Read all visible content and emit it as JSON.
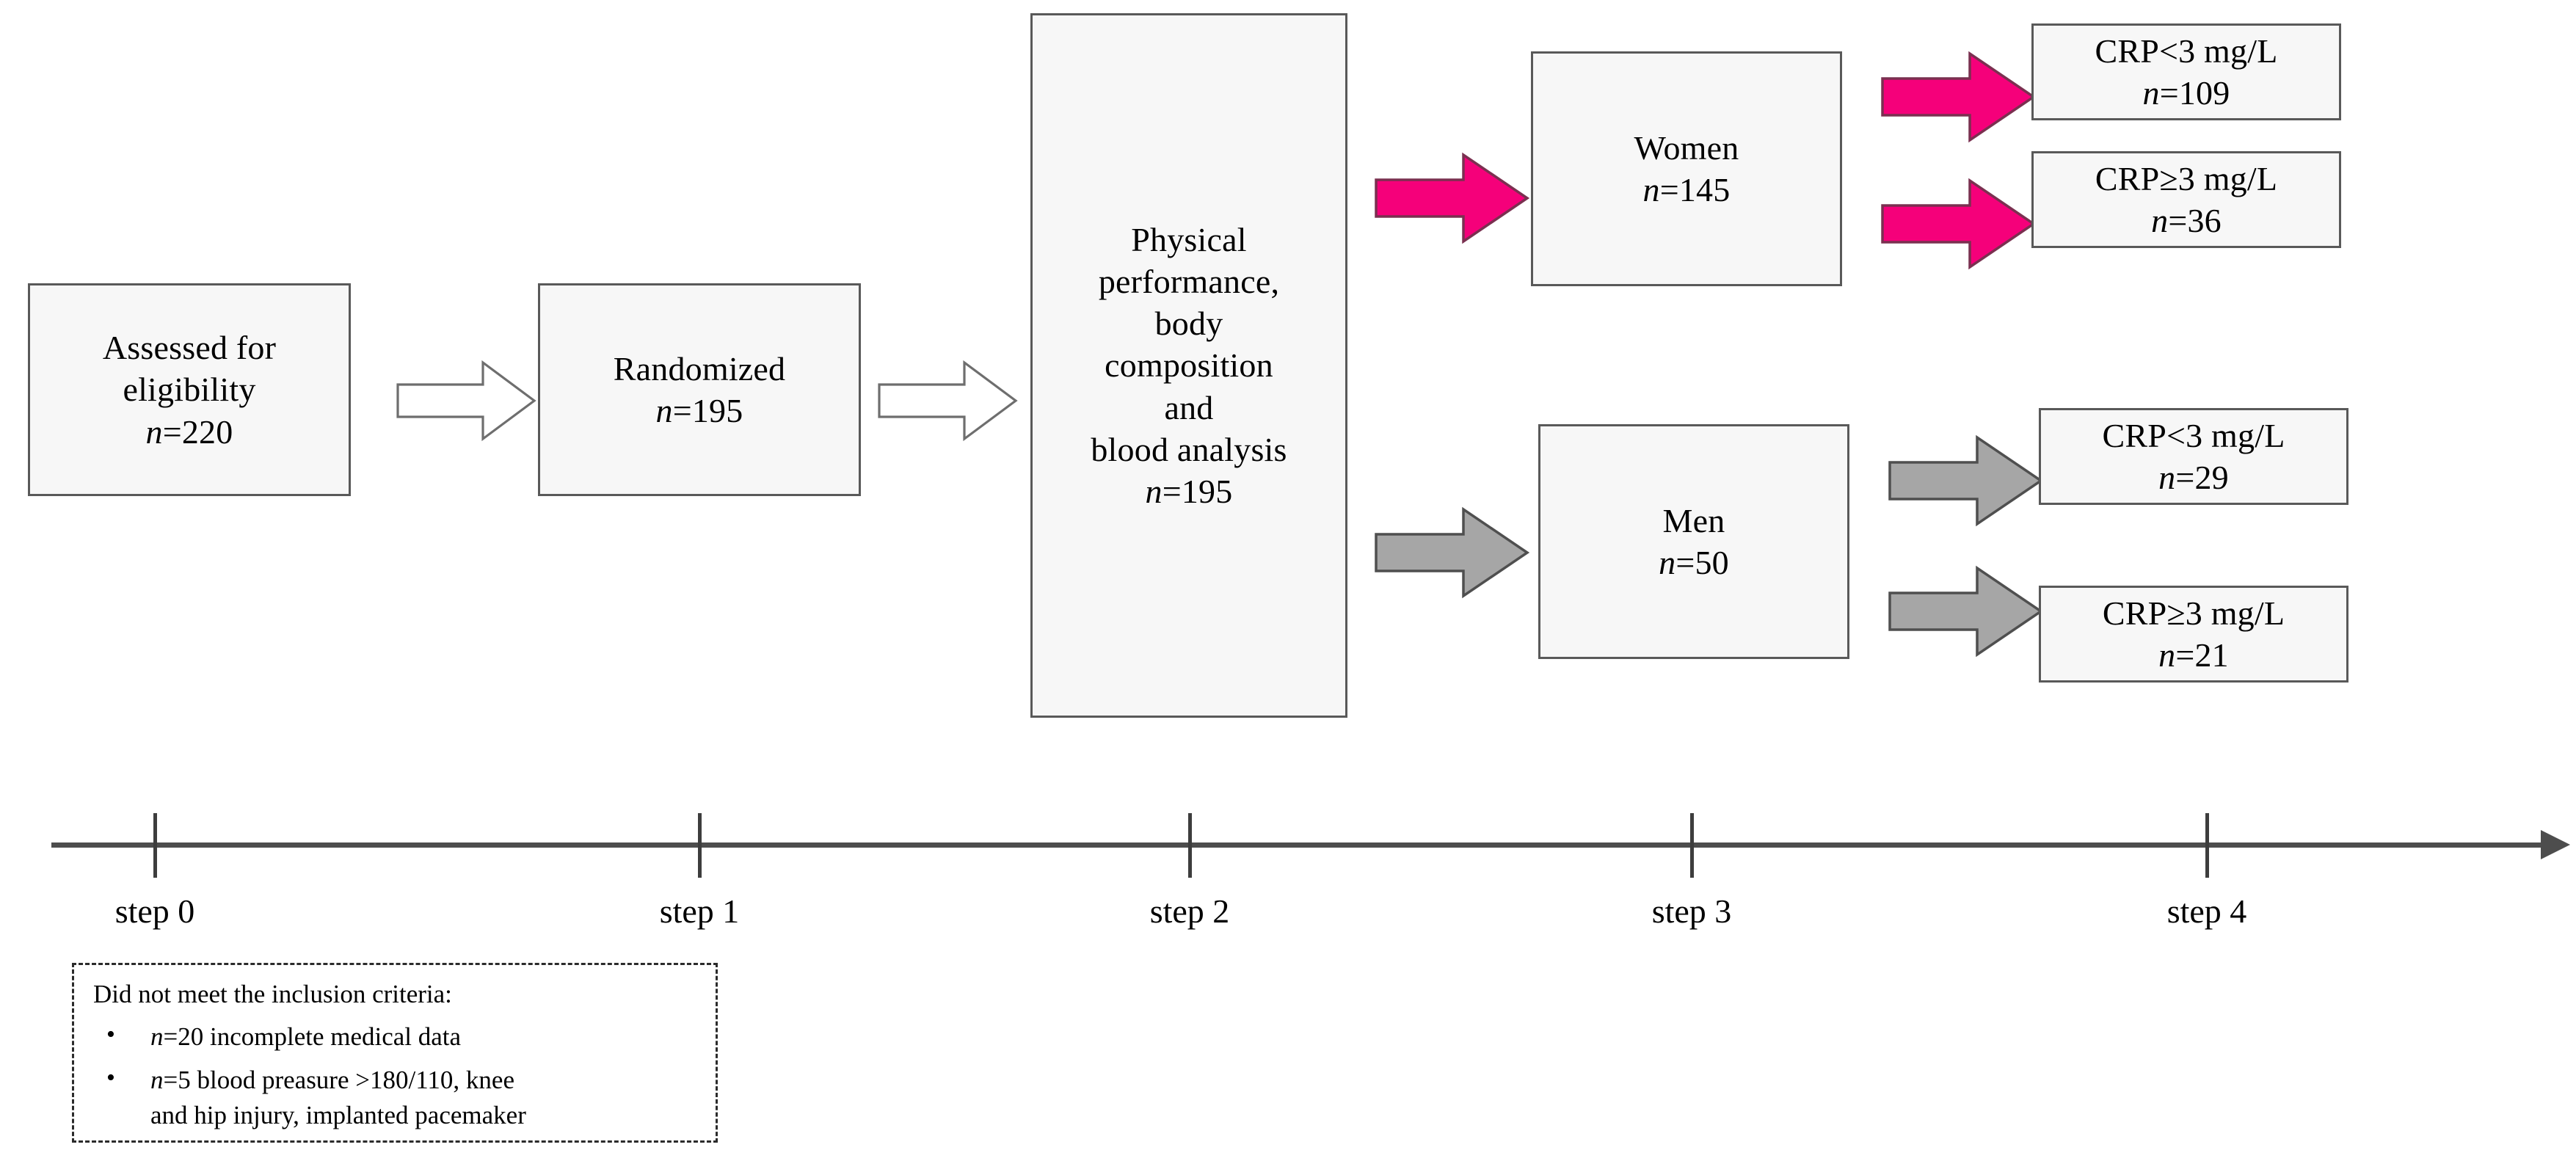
{
  "figure": {
    "type": "flowchart",
    "title": "",
    "background_color": "#ffffff",
    "box_fill": "#f7f7f7",
    "box_border": "#595959",
    "accent_pink": "#f5007a",
    "accent_gray": "#a6a6a6",
    "axis_color": "#4d4d4d"
  },
  "boxes": {
    "assessed": {
      "line1": "Assessed for",
      "line2": "eligibility",
      "n_prefix": "n",
      "n_value": "=220"
    },
    "randomized": {
      "line1": "Randomized",
      "n_prefix": "n",
      "n_value": "=195"
    },
    "measurements": {
      "line1": "Physical",
      "line2": "performance,",
      "line3": "body",
      "line4": "composition",
      "line5": "and",
      "line6": "blood analysis",
      "n_prefix": "n",
      "n_value": "=195"
    },
    "women": {
      "line1": "Women",
      "n_prefix": "n",
      "n_value": "=145"
    },
    "men": {
      "line1": "Men",
      "n_prefix": "n",
      "n_value": "=50"
    },
    "women_crp_low": {
      "line1": "CRP<3 mg/L",
      "n_prefix": "n",
      "n_value": "=109"
    },
    "women_crp_high": {
      "line1": "CRP≥3 mg/L",
      "n_prefix": "n",
      "n_value": "=36"
    },
    "men_crp_low": {
      "line1": "CRP<3 mg/L",
      "n_prefix": "n",
      "n_value": "=29"
    },
    "men_crp_high": {
      "line1": "CRP≥3 mg/L",
      "n_prefix": "n",
      "n_value": "=21"
    }
  },
  "axis": {
    "steps": [
      {
        "label": "step 0"
      },
      {
        "label": "step 1"
      },
      {
        "label": "step 2"
      },
      {
        "label": "step 3"
      },
      {
        "label": "step 4"
      }
    ]
  },
  "note": {
    "title": "Did not meet the inclusion criteria:",
    "items": [
      {
        "bullet": "•",
        "n_prefix": "n",
        "text": "=20 incomplete medical data"
      },
      {
        "bullet": "•",
        "n_prefix": "n",
        "text": "=5 blood preasure >180/110, knee",
        "text2": "and hip injury, implanted pacemaker"
      }
    ]
  },
  "chart_data": {
    "type": "table",
    "title": "Study participant flow by step",
    "categories": [
      "step 0",
      "step 1",
      "step 2",
      "step 3",
      "step 4"
    ],
    "values": [
      220,
      195,
      195,
      195,
      195
    ],
    "series": [
      {
        "name": "Assessed for eligibility",
        "step": "step 0",
        "values": [
          220
        ]
      },
      {
        "name": "Randomized",
        "step": "step 1",
        "values": [
          195
        ]
      },
      {
        "name": "Physical performance, body composition and blood analysis",
        "step": "step 2",
        "values": [
          195
        ]
      },
      {
        "name": "Women",
        "step": "step 3",
        "values": [
          145
        ]
      },
      {
        "name": "Men",
        "step": "step 3",
        "values": [
          50
        ]
      },
      {
        "name": "Women CRP<3 mg/L",
        "step": "step 4",
        "values": [
          109
        ]
      },
      {
        "name": "Women CRP≥3 mg/L",
        "step": "step 4",
        "values": [
          36
        ]
      },
      {
        "name": "Men CRP<3 mg/L",
        "step": "step 4",
        "values": [
          29
        ]
      },
      {
        "name": "Men CRP≥3 mg/L",
        "step": "step 4",
        "values": [
          21
        ]
      }
    ],
    "exclusions": [
      {
        "reason": "incomplete medical data",
        "n": 20
      },
      {
        "reason": "blood preasure >180/110, knee and hip injury, implanted pacemaker",
        "n": 5
      }
    ],
    "xlabel": "",
    "ylabel": "",
    "grid": false,
    "legend": "none"
  }
}
